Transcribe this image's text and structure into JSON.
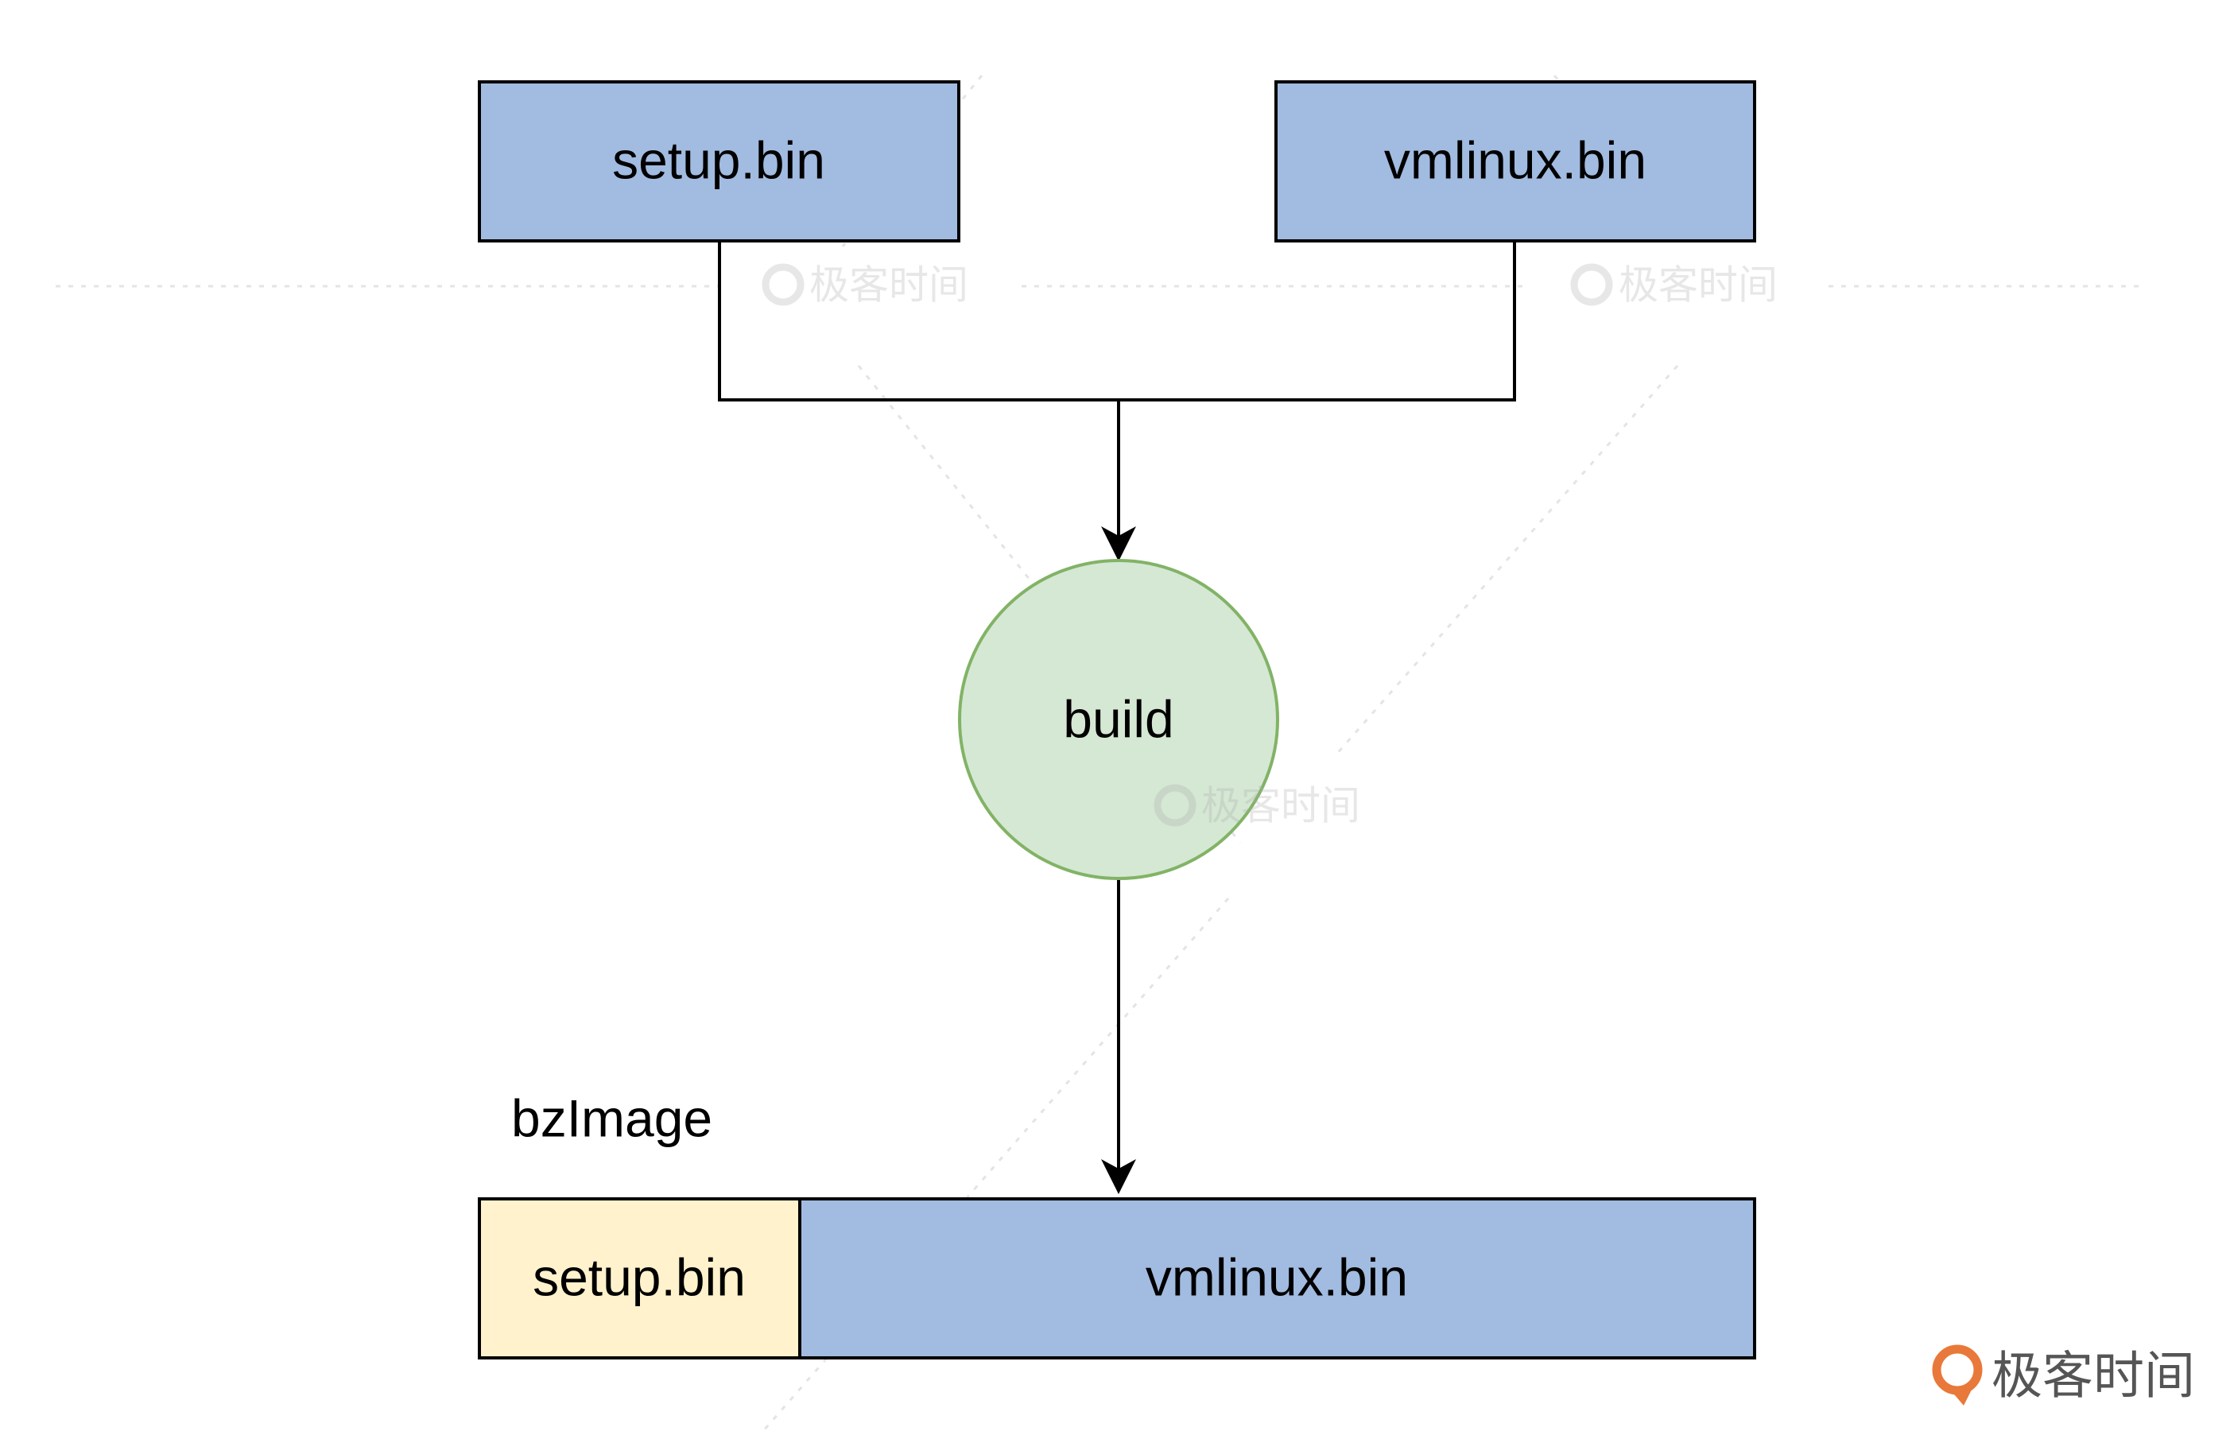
{
  "nodes": {
    "setup_bin_top": {
      "label": "setup.bin"
    },
    "vmlinux_bin_top": {
      "label": "vmlinux.bin"
    },
    "build": {
      "label": "build"
    }
  },
  "bzimage": {
    "title": "bzImage",
    "setup_segment": {
      "label": "setup.bin"
    },
    "vmlinux_segment": {
      "label": "vmlinux.bin"
    }
  },
  "watermark": {
    "brand": "极客时间"
  },
  "colors": {
    "blue_box": "#A2BBE0",
    "yellow_box": "#FFF2CC",
    "green_circle": "#D5E8D4",
    "green_stroke": "#82B366",
    "line": "#000000",
    "brand_orange": "#E8793A"
  }
}
